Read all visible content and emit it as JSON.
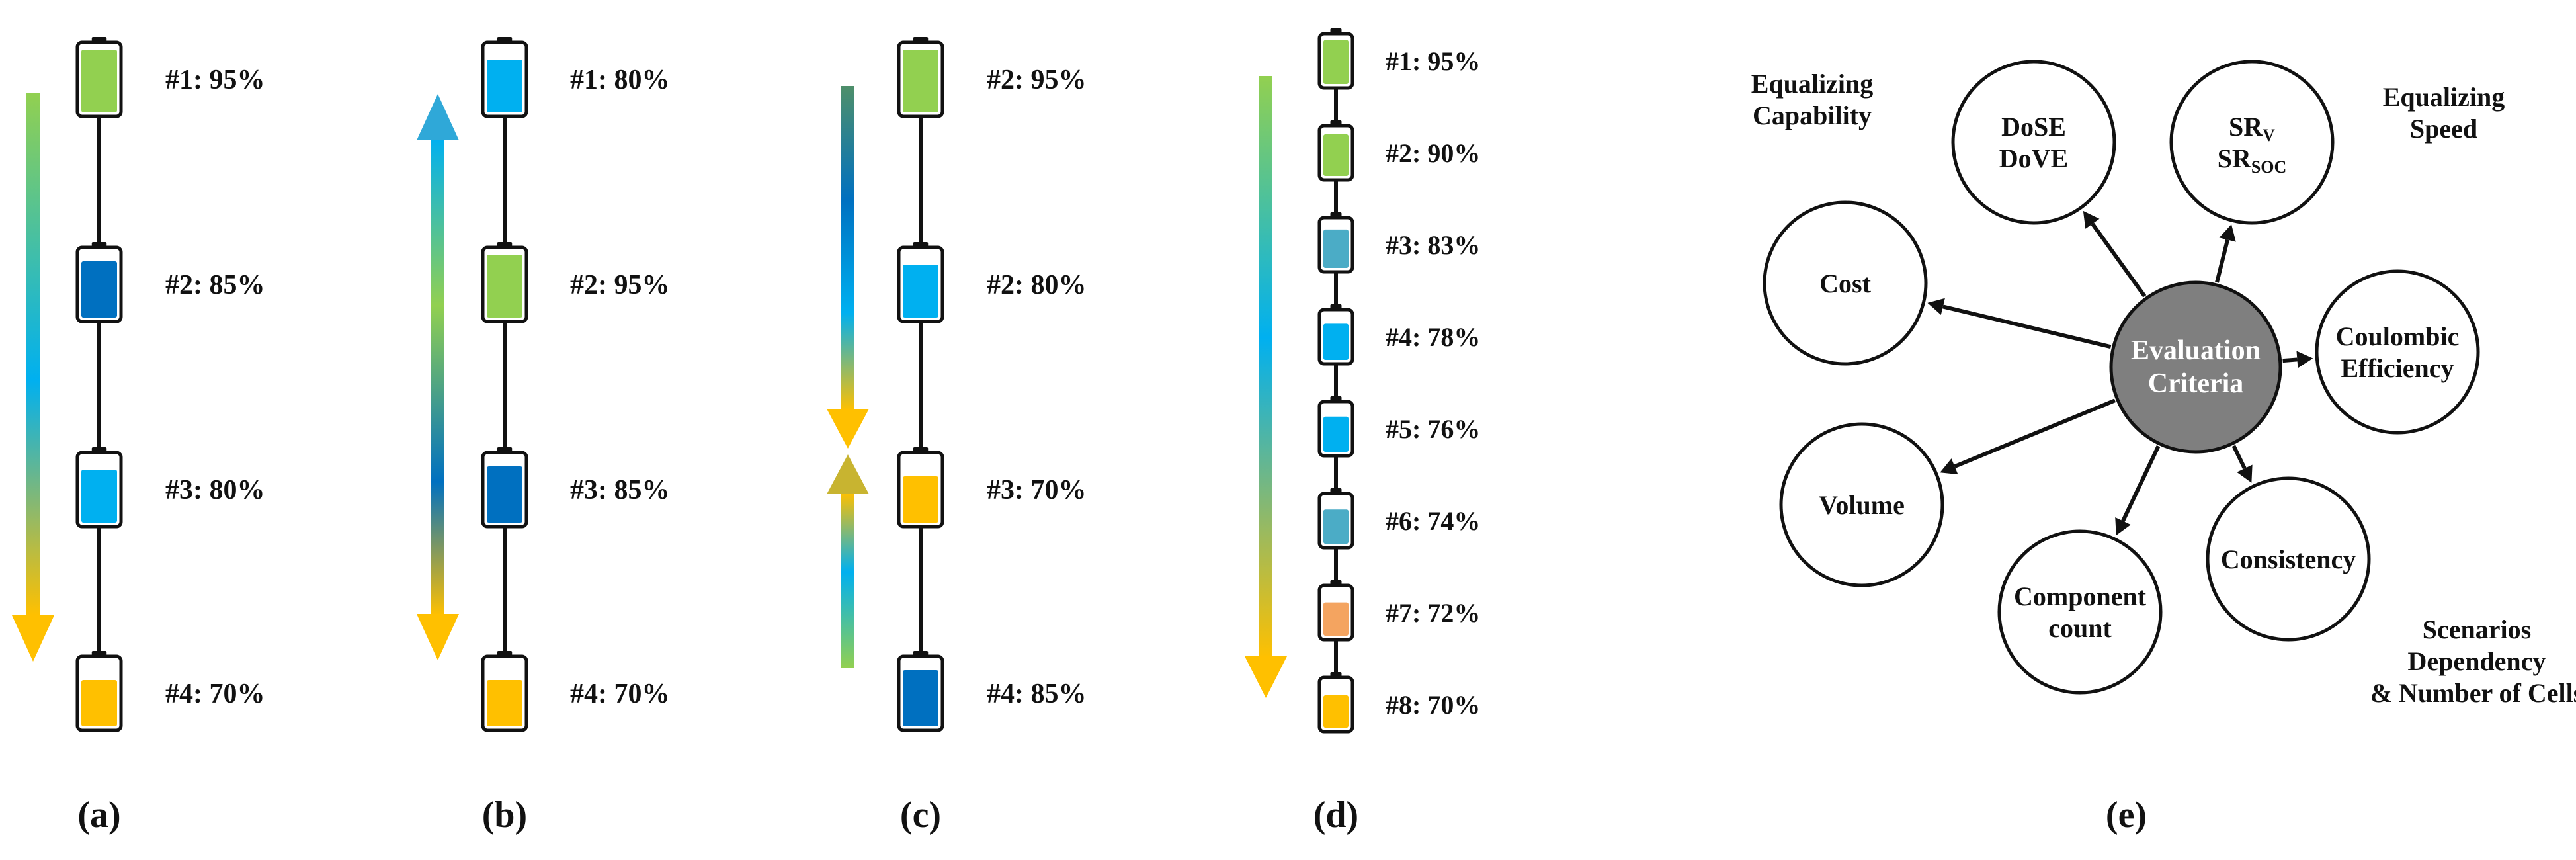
{
  "colors": {
    "green": "#92D050",
    "dark_blue": "#0070C0",
    "light_blue": "#00B0F0",
    "yellow": "#FFC000",
    "steel_blue": "#4BACC6",
    "orange": "#F4A460",
    "outline": "#111111",
    "hub": "#7F7F7F"
  },
  "panels": [
    {
      "caption": "(a)",
      "arrow": "down",
      "cells": [
        {
          "label": "#1: 95%",
          "level": 0.95,
          "color": "green"
        },
        {
          "label": "#2: 85%",
          "level": 0.85,
          "color": "dark_blue"
        },
        {
          "label": "#3: 80%",
          "level": 0.8,
          "color": "light_blue"
        },
        {
          "label": "#4: 70%",
          "level": 0.7,
          "color": "yellow"
        }
      ]
    },
    {
      "caption": "(b)",
      "arrow": "both",
      "cells": [
        {
          "label": "#1: 80%",
          "level": 0.8,
          "color": "light_blue"
        },
        {
          "label": "#2: 95%",
          "level": 0.95,
          "color": "green"
        },
        {
          "label": "#3: 85%",
          "level": 0.85,
          "color": "dark_blue"
        },
        {
          "label": "#4: 70%",
          "level": 0.7,
          "color": "yellow"
        }
      ]
    },
    {
      "caption": "(c)",
      "arrow": "converge",
      "cells": [
        {
          "label": "#2: 95%",
          "level": 0.95,
          "color": "green"
        },
        {
          "label": "#2: 80%",
          "level": 0.8,
          "color": "light_blue"
        },
        {
          "label": "#3: 70%",
          "level": 0.7,
          "color": "yellow"
        },
        {
          "label": "#4: 85%",
          "level": 0.85,
          "color": "dark_blue"
        }
      ]
    },
    {
      "caption": "(d)",
      "arrow": "down",
      "cells": [
        {
          "label": "#1: 95%",
          "level": 0.95,
          "color": "green"
        },
        {
          "label": "#2: 90%",
          "level": 0.9,
          "color": "green"
        },
        {
          "label": "#3: 83%",
          "level": 0.83,
          "color": "steel_blue"
        },
        {
          "label": "#4: 78%",
          "level": 0.78,
          "color": "light_blue"
        },
        {
          "label": "#5: 76%",
          "level": 0.76,
          "color": "light_blue"
        },
        {
          "label": "#6: 74%",
          "level": 0.74,
          "color": "steel_blue"
        },
        {
          "label": "#7: 72%",
          "level": 0.72,
          "color": "orange"
        },
        {
          "label": "#8: 70%",
          "level": 0.7,
          "color": "yellow"
        }
      ]
    }
  ],
  "criteria": {
    "caption": "(e)",
    "center": [
      "Evaluation",
      "Criteria"
    ],
    "nodes": [
      {
        "name": "dose-dove",
        "lines": [
          "DoSE",
          "DoVE"
        ]
      },
      {
        "name": "sr",
        "lines": [
          "SR",
          "SR"
        ],
        "subs": [
          "V",
          "SOC"
        ]
      },
      {
        "name": "coulombic-efficiency",
        "lines": [
          "Coulombic",
          "Efficiency"
        ]
      },
      {
        "name": "consistency",
        "lines": [
          "Consistency"
        ]
      },
      {
        "name": "component-count",
        "lines": [
          "Component",
          "count"
        ]
      },
      {
        "name": "volume",
        "lines": [
          "Volume"
        ]
      },
      {
        "name": "cost",
        "lines": [
          "Cost"
        ]
      }
    ],
    "groups": [
      {
        "name": "equalizing-capability",
        "lines": [
          "Equalizing",
          "Capability"
        ]
      },
      {
        "name": "equalizing-speed",
        "lines": [
          "Equalizing",
          "Speed"
        ]
      },
      {
        "name": "scenarios",
        "lines": [
          "Scenarios",
          "Dependency",
          "& Number of Cells"
        ]
      }
    ]
  }
}
